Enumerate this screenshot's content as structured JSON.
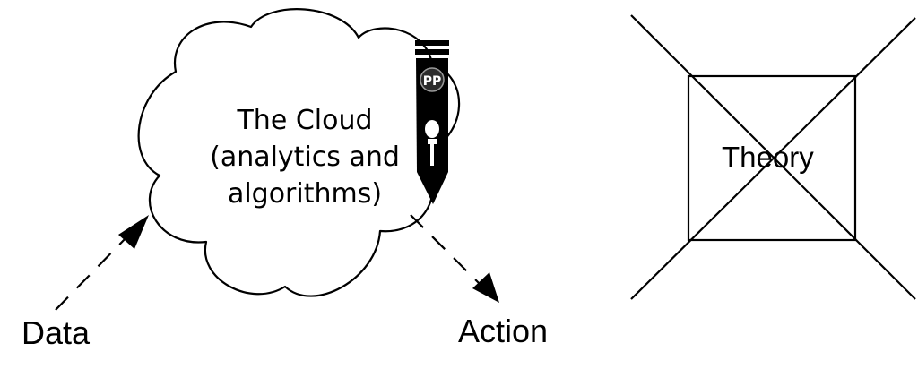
{
  "cloud": {
    "line1": "The Cloud",
    "line2": "(analytics and",
    "line3": "algorithms)"
  },
  "input_label": "Data",
  "output_label": "Action",
  "crossed_box_label": "Theory",
  "pen_logo_text": "PP",
  "icons": {
    "cloud": "cloud-shape",
    "pen": "pen-with-microphone-icon",
    "flow_in": "dashed-arrow",
    "flow_out": "dashed-arrow",
    "crossed_out": "x-cross"
  }
}
